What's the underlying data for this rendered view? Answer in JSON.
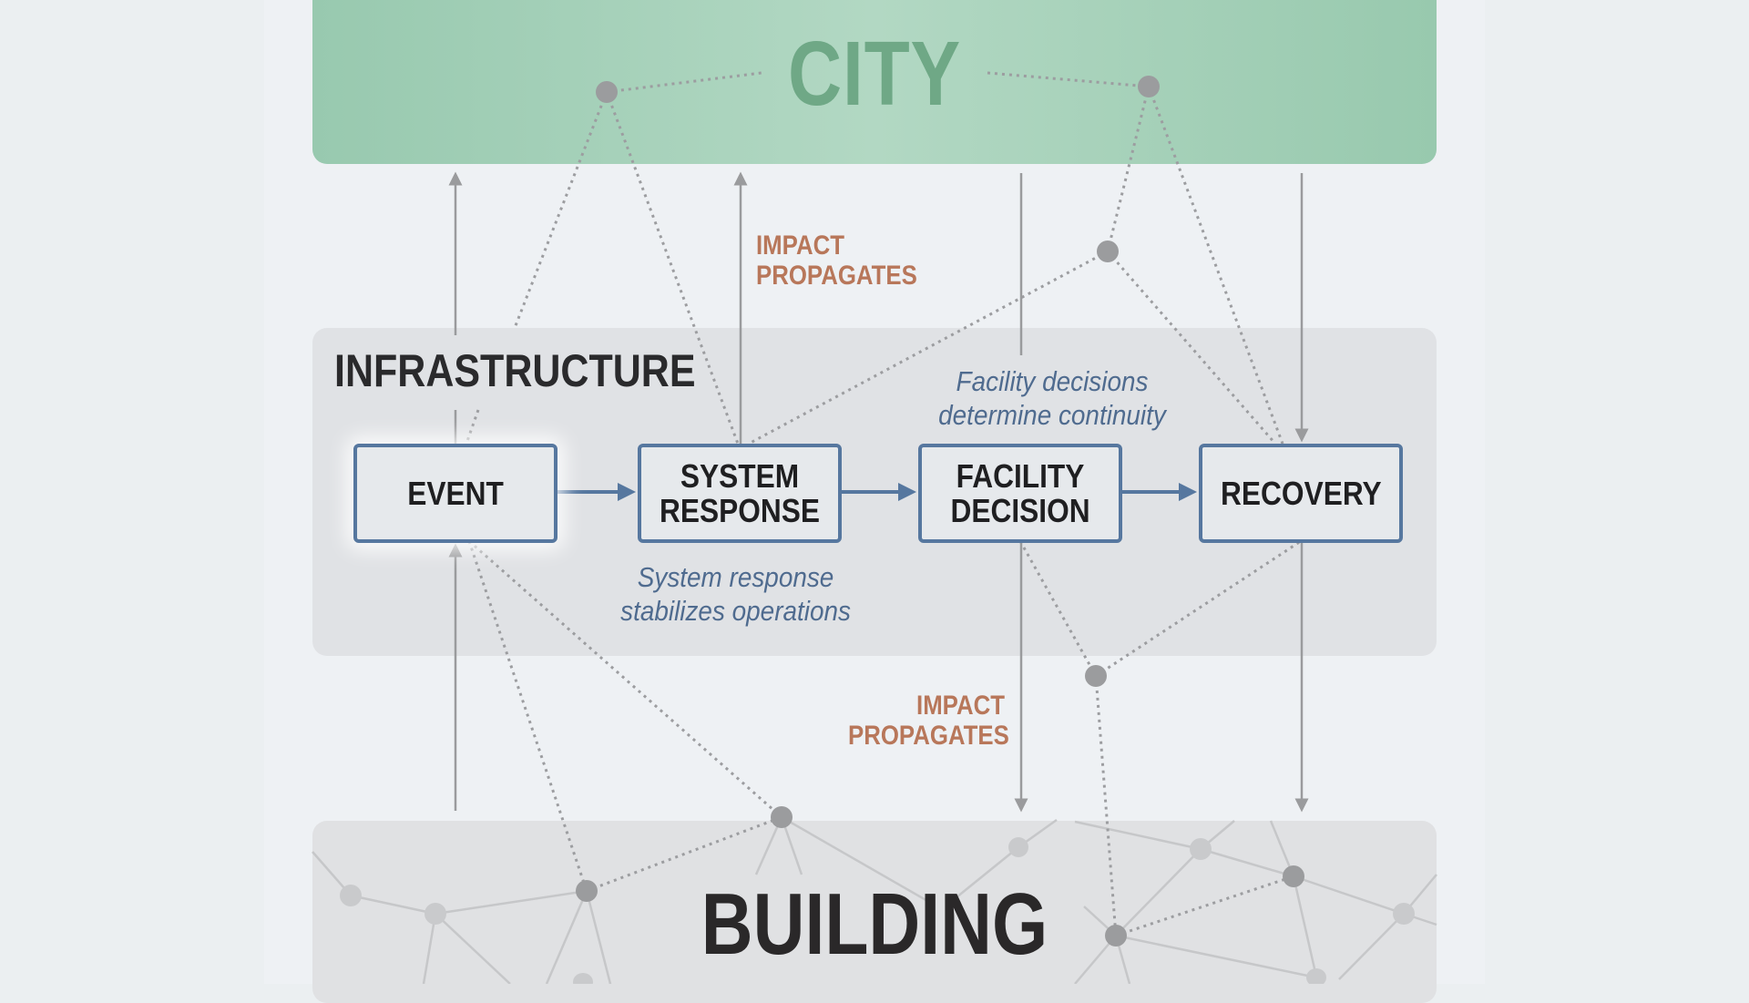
{
  "layers": {
    "city": {
      "label": "CITY",
      "color": "#98c9af",
      "text_color": "#6fa886"
    },
    "infrastructure": {
      "label": "INFRASTRUCTURE",
      "color": "#e0e2e5"
    },
    "building": {
      "label": "BUILDING",
      "color": "#e0e1e3"
    }
  },
  "process": {
    "steps": [
      {
        "line1": "EVENT",
        "line2": ""
      },
      {
        "line1": "SYSTEM",
        "line2": "RESPONSE"
      },
      {
        "line1": "FACILITY",
        "line2": "DECISION"
      },
      {
        "line1": "RECOVERY",
        "line2": ""
      }
    ],
    "box_border_color": "#56779f",
    "arrow_color": "#56779f"
  },
  "annotations": {
    "impact_top": {
      "line1": "IMPACT",
      "line2": "PROPAGATES"
    },
    "impact_bottom": {
      "line1": "IMPACT",
      "line2": "PROPAGATES"
    },
    "impact_color": "#b8775a",
    "facility_caption": {
      "line1": "Facility decisions",
      "line2": "determine continuity"
    },
    "system_caption": {
      "line1": "System response",
      "line2": "stabilizes operations"
    },
    "caption_color": "#4f6b8f"
  },
  "connectors": {
    "vertical_arrow_color": "#9a9b9d",
    "network_node_color": "#9b9c9e",
    "network_faint_node_color": "#c9cacc"
  }
}
